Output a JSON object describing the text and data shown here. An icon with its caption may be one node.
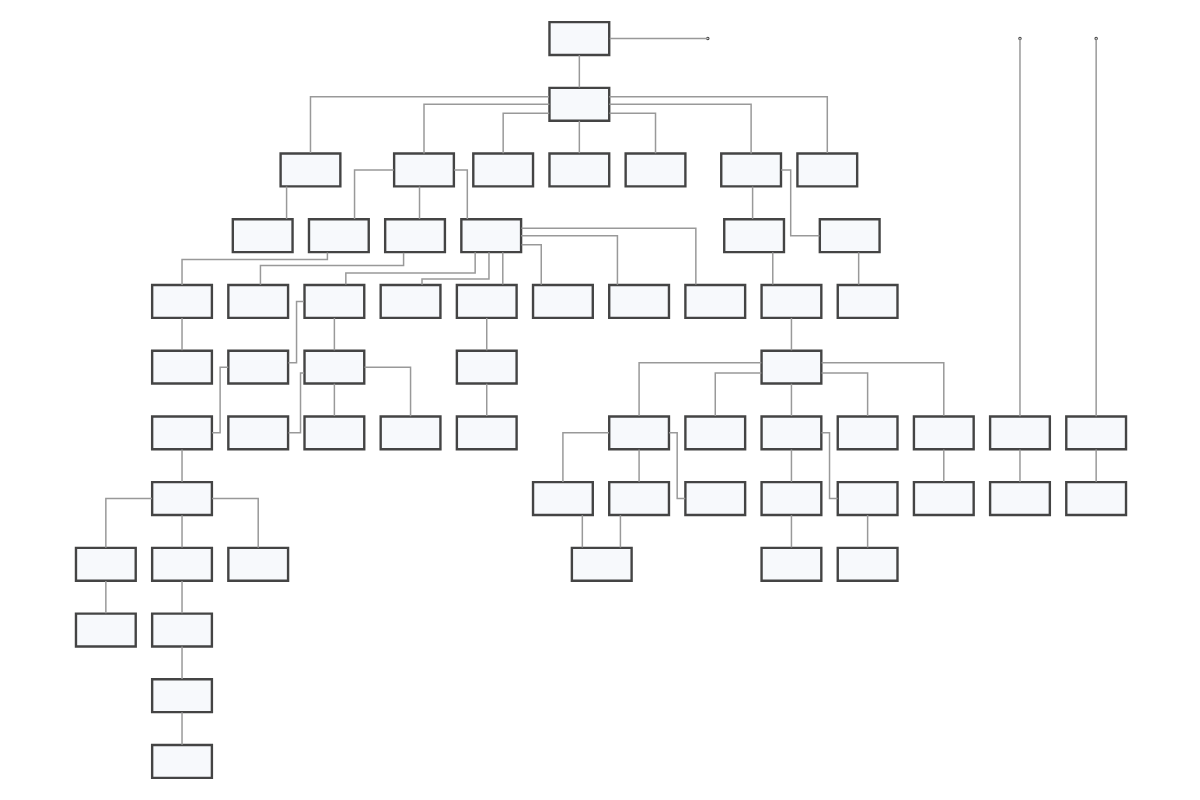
{
  "diagram": {
    "nodes": [
      {
        "text": [],
        "shape": "box"
      },
      {
        "text": [],
        "shape": "box"
      },
      {
        "text": [],
        "shape": "box"
      },
      {
        "text": [],
        "shape": "box"
      },
      {
        "text": [],
        "shape": "box"
      },
      {
        "text": [],
        "shape": "box"
      },
      {
        "text": [],
        "shape": "box"
      },
      {
        "text": [],
        "shape": "box"
      },
      {
        "text": [],
        "shape": "box"
      },
      {
        "text": [],
        "shape": "box"
      },
      {
        "text": [],
        "shape": "box"
      },
      {
        "text": [],
        "shape": "box"
      },
      {
        "text": [],
        "shape": "box"
      },
      {
        "text": [],
        "shape": "box"
      },
      {
        "text": [],
        "shape": "box"
      },
      {
        "text": [],
        "shape": "box"
      },
      {
        "text": [],
        "shape": "box"
      },
      {
        "text": [],
        "shape": "box"
      },
      {
        "text": [],
        "shape": "box"
      },
      {
        "text": [],
        "shape": "box"
      },
      {
        "text": [],
        "shape": "box"
      },
      {
        "text": [],
        "shape": "box"
      },
      {
        "text": [],
        "shape": "box"
      },
      {
        "text": [],
        "shape": "box"
      },
      {
        "text": [],
        "shape": "box"
      },
      {
        "text": [],
        "shape": "box"
      },
      {
        "text": [],
        "shape": "box"
      },
      {
        "text": [],
        "shape": "box"
      },
      {
        "text": [],
        "shape": "box"
      },
      {
        "text": [],
        "shape": "box"
      },
      {
        "text": [],
        "shape": "box"
      },
      {
        "text": [],
        "shape": "box"
      },
      {
        "text": [],
        "shape": "box"
      },
      {
        "text": [],
        "shape": "box"
      },
      {
        "text": [],
        "shape": "box"
      },
      {
        "text": [],
        "shape": "box"
      },
      {
        "text": [],
        "shape": "box"
      },
      {
        "text": [],
        "shape": "box"
      },
      {
        "text": [],
        "shape": "box"
      },
      {
        "text": [],
        "shape": "box"
      },
      {
        "text": [],
        "shape": "box"
      },
      {
        "text": [],
        "shape": "box"
      },
      {
        "text": [],
        "shape": "box"
      },
      {
        "text": [],
        "shape": "box"
      },
      {
        "text": [],
        "shape": "box"
      },
      {
        "text": [],
        "shape": "box"
      },
      {
        "text": [],
        "shape": "box"
      },
      {
        "text": [],
        "shape": "box"
      },
      {
        "text": [],
        "shape": "box"
      },
      {
        "text": [],
        "shape": "box"
      },
      {
        "text": [],
        "shape": "box"
      },
      {
        "text": [],
        "shape": "box"
      },
      {
        "text": [],
        "shape": "box"
      },
      {
        "text": [],
        "shape": "box"
      },
      {
        "text": [],
        "shape": "box"
      },
      {
        "text": [],
        "shape": "box"
      },
      {
        "text": [],
        "shape": "box"
      },
      {
        "text": [],
        "shape": "box"
      },
      {
        "text": [],
        "shape": "box"
      },
      {
        "text": [],
        "shape": "box"
      },
      {
        "text": [],
        "shape": "box"
      }
    ],
    "edges": [
      {
        "from": 0,
        "to": null,
        "arrow": "none"
      },
      {
        "from": 0,
        "to": 1,
        "arrow": "none"
      },
      {
        "from": 1,
        "to": 2,
        "arrow": "none"
      },
      {
        "from": 1,
        "to": 3,
        "arrow": "none"
      },
      {
        "from": 1,
        "to": 4,
        "arrow": "none"
      },
      {
        "from": 1,
        "to": 5,
        "arrow": "none"
      },
      {
        "from": 1,
        "to": 6,
        "arrow": "none"
      },
      {
        "from": 1,
        "to": 7,
        "arrow": "none"
      },
      {
        "from": 1,
        "to": 8,
        "arrow": "none"
      },
      {
        "from": null,
        "to": 9,
        "arrow": "none"
      },
      {
        "from": 2,
        "to": 10,
        "arrow": "none"
      },
      {
        "from": 3,
        "to": 11,
        "arrow": "none"
      },
      {
        "from": 3,
        "to": 12,
        "arrow": "none"
      },
      {
        "from": 3,
        "to": 13,
        "arrow": "none"
      },
      {
        "from": 7,
        "to": 14,
        "arrow": "none"
      },
      {
        "from": 7,
        "to": 15,
        "arrow": "none"
      },
      {
        "from": 9,
        "to": 16,
        "arrow": "none"
      },
      {
        "from": 11,
        "to": 17,
        "arrow": "none"
      },
      {
        "from": 12,
        "to": 18,
        "arrow": "none"
      },
      {
        "from": 13,
        "to": 19,
        "arrow": "none"
      },
      {
        "from": 13,
        "to": 20,
        "arrow": "none"
      },
      {
        "from": 13,
        "to": 21,
        "arrow": "none"
      },
      {
        "from": 13,
        "to": 22,
        "arrow": "none"
      },
      {
        "from": 13,
        "to": 23,
        "arrow": "none"
      },
      {
        "from": 13,
        "to": 24,
        "arrow": "none"
      },
      {
        "from": 14,
        "to": 25,
        "arrow": "none"
      },
      {
        "from": 15,
        "to": 26,
        "arrow": "none"
      },
      {
        "from": null,
        "to": 27,
        "arrow": "none"
      },
      {
        "from": 17,
        "to": 28,
        "arrow": "none"
      },
      {
        "from": 19,
        "to": 29,
        "arrow": "none"
      },
      {
        "from": 19,
        "to": 30,
        "arrow": "none"
      },
      {
        "from": 21,
        "to": 31,
        "arrow": "none"
      },
      {
        "from": 25,
        "to": 32,
        "arrow": "none"
      },
      {
        "from": 27,
        "to": 33,
        "arrow": "none"
      },
      {
        "from": 29,
        "to": 34,
        "arrow": "none"
      },
      {
        "from": 30,
        "to": 35,
        "arrow": "none"
      },
      {
        "from": 30,
        "to": 36,
        "arrow": "none"
      },
      {
        "from": 30,
        "to": 37,
        "arrow": "none"
      },
      {
        "from": 31,
        "to": 38,
        "arrow": "none"
      },
      {
        "from": 32,
        "to": 39,
        "arrow": "none"
      },
      {
        "from": 32,
        "to": 40,
        "arrow": "none"
      },
      {
        "from": 32,
        "to": 41,
        "arrow": "none"
      },
      {
        "from": 32,
        "to": 42,
        "arrow": "none"
      },
      {
        "from": 32,
        "to": 43,
        "arrow": "none"
      },
      {
        "from": 34,
        "to": 44,
        "arrow": "none"
      },
      {
        "from": 39,
        "to": 45,
        "arrow": "none"
      },
      {
        "from": 39,
        "to": 46,
        "arrow": "none"
      },
      {
        "from": 39,
        "to": 47,
        "arrow": "none"
      },
      {
        "from": 41,
        "to": 48,
        "arrow": "none"
      },
      {
        "from": 41,
        "to": 49,
        "arrow": "none"
      },
      {
        "from": 43,
        "to": 50,
        "arrow": "none"
      },
      {
        "from": 44,
        "to": 51,
        "arrow": "none"
      },
      {
        "from": 44,
        "to": 52,
        "arrow": "none"
      },
      {
        "from": 44,
        "to": 53,
        "arrow": "none"
      },
      {
        "from": 46,
        "to": 54,
        "arrow": "none"
      },
      {
        "from": 45,
        "to": 54,
        "arrow": "none"
      },
      {
        "from": 48,
        "to": 55,
        "arrow": "none"
      },
      {
        "from": 49,
        "to": 56,
        "arrow": "none"
      },
      {
        "from": 51,
        "to": 57,
        "arrow": "none"
      },
      {
        "from": 52,
        "to": 58,
        "arrow": "none"
      },
      {
        "from": 58,
        "to": 59,
        "arrow": "none"
      },
      {
        "from": 59,
        "to": 60,
        "arrow": "none"
      }
    ]
  }
}
